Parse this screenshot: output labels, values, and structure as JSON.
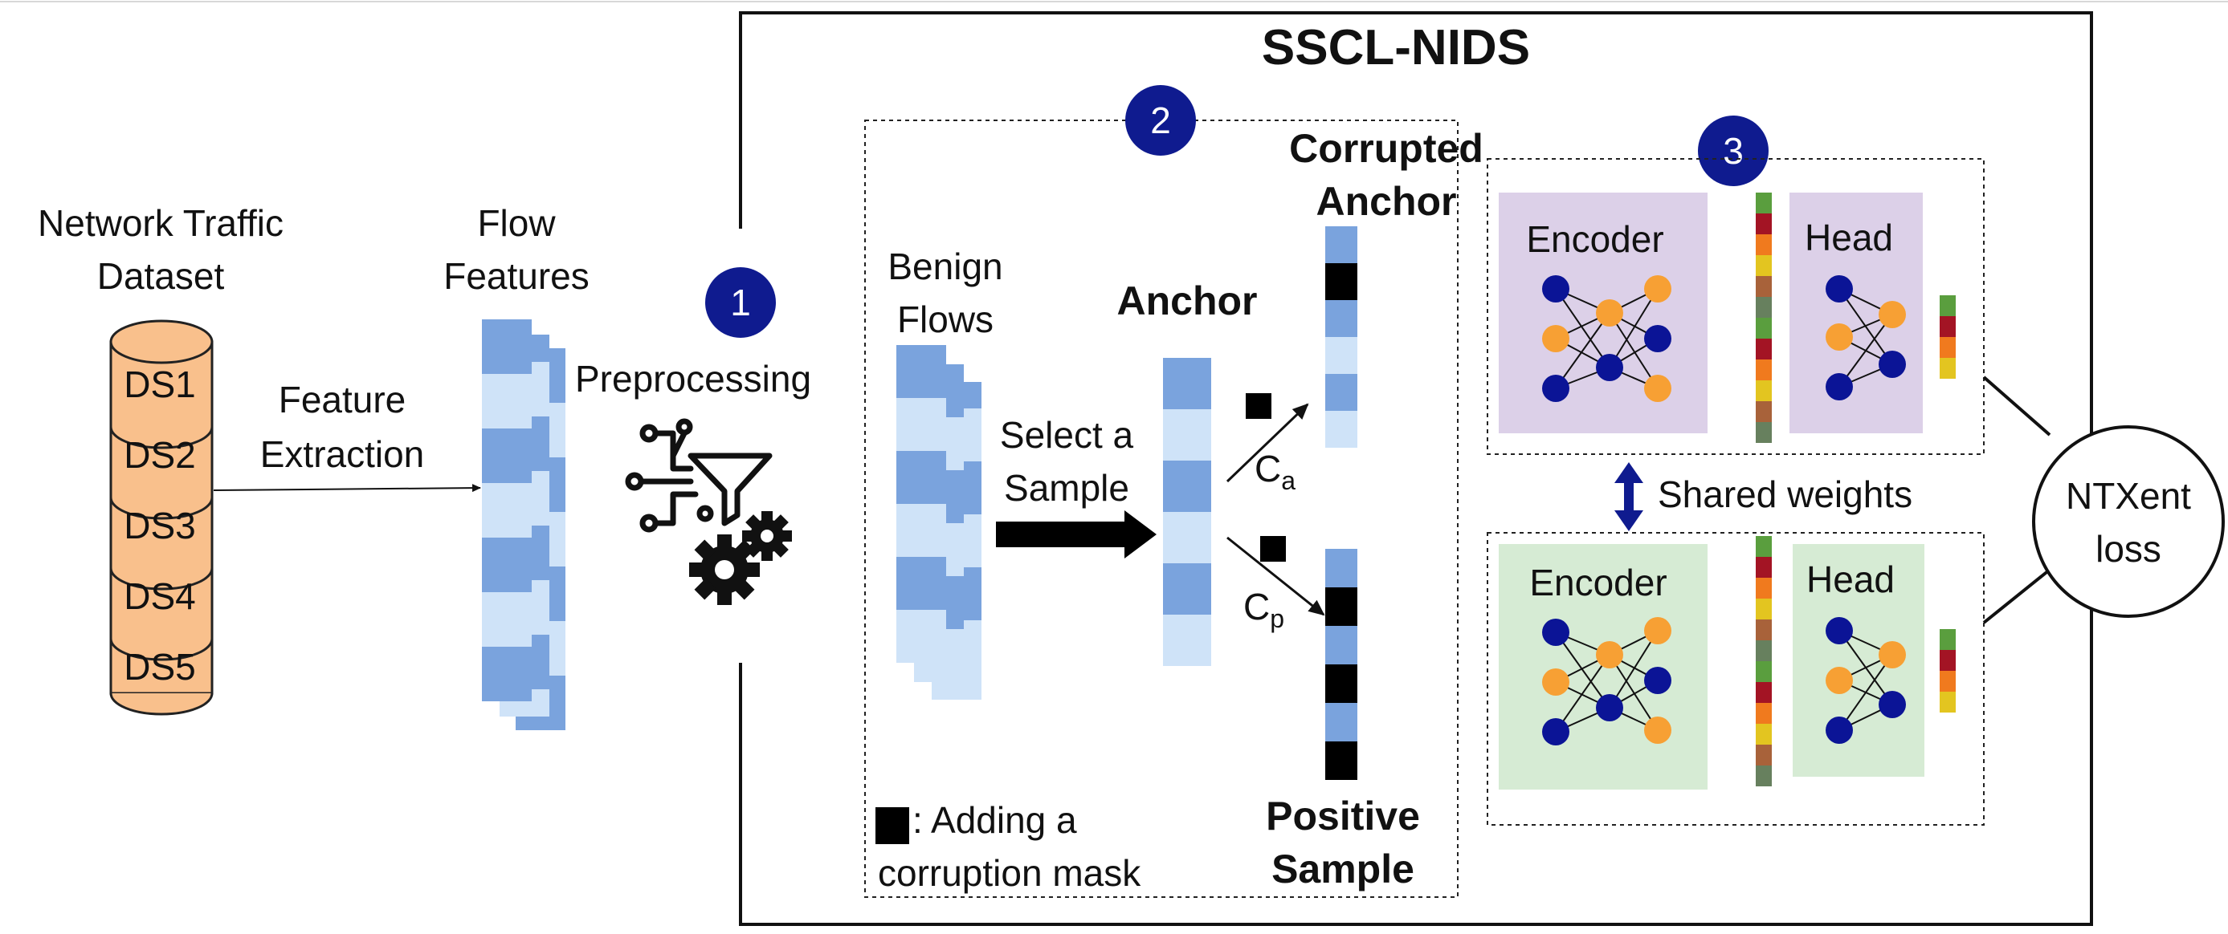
{
  "title": "SSCL-NIDS",
  "dataset": {
    "label_line1": "Network Traffic",
    "label_line2": "Dataset",
    "items": [
      "DS1",
      "DS2",
      "DS3",
      "DS4",
      "DS5"
    ]
  },
  "feature_extraction": {
    "line1": "Feature",
    "line2": "Extraction"
  },
  "flow_features": {
    "line1": "Flow",
    "line2": "Features"
  },
  "step1": {
    "number": "1",
    "label": "Preprocessing"
  },
  "step2": {
    "number": "2",
    "benign_line1": "Benign",
    "benign_line2": "Flows",
    "select_line1": "Select a",
    "select_line2": "Sample",
    "anchor": "Anchor",
    "corrupted_line1": "Corrupted",
    "corrupted_line2": "Anchor",
    "ca_main": "C",
    "ca_sub": "a",
    "cp_main": "C",
    "cp_sub": "p",
    "positive_line1": "Positive",
    "positive_line2": "Sample",
    "legend_line1": ": Adding a",
    "legend_line2": "corruption mask"
  },
  "step3": {
    "number": "3",
    "encoder": "Encoder",
    "head": "Head",
    "shared_weights": "Shared weights"
  },
  "loss": {
    "line1": "NTXent",
    "line2": "loss"
  },
  "colors": {
    "dataset_fill": "#f9c08c",
    "feature_dark": "#7aa3dd",
    "feature_light": "#cfe3f8",
    "badge": "#0f1b8f",
    "mask": "#000000",
    "encoder_top_bg": "#dcd0e8",
    "encoder_bottom_bg": "#d6ebd4",
    "node_blue": "#0b1496",
    "node_orange": "#f7a034"
  }
}
